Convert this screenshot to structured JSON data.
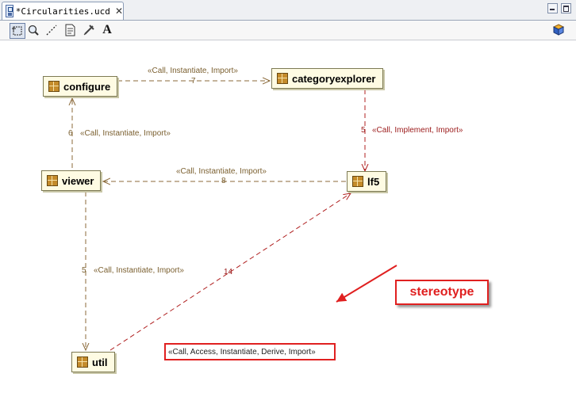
{
  "tab": {
    "title": "*Circularities.ucd",
    "close_glyph": "✕"
  },
  "toolbar": {
    "tools": [
      {
        "name": "select-tool",
        "icon": "marquee-select-icon"
      },
      {
        "name": "zoom-tool",
        "icon": "magnifier-icon"
      },
      {
        "name": "connector-tool",
        "icon": "dashed-line-icon"
      },
      {
        "name": "note-tool",
        "icon": "note-icon"
      },
      {
        "name": "pin-tool",
        "icon": "pin-icon"
      },
      {
        "name": "text-tool",
        "icon": "text-icon"
      }
    ],
    "text_tool_glyph": "A"
  },
  "diagram": {
    "nodes": {
      "configure": "configure",
      "categoryexplorer": "categoryexplorer",
      "viewer": "viewer",
      "lf5": "lf5",
      "util": "util"
    },
    "edges": {
      "configure_categoryexplorer": {
        "stereotype": "«Call, Instantiate, Import»",
        "count": "7"
      },
      "categoryexplorer_lf5": {
        "stereotype": "«Call, Implement, Import»",
        "count": "5"
      },
      "viewer_configure": {
        "stereotype": "«Call, Instantiate, Import»",
        "count": "6"
      },
      "lf5_viewer": {
        "stereotype": "«Call, Instantiate, Import»",
        "count": "8"
      },
      "viewer_util": {
        "stereotype": "«Call, Instantiate, Import»",
        "count": "5"
      },
      "util_lf5": {
        "stereotype": "«Call, Access, Instantiate, Derive, Import»",
        "count": "14"
      }
    },
    "colors": {
      "dependency_line": "#8b6a3a",
      "cycle_line": "#b02020",
      "callout": "#e02020"
    }
  },
  "callout": {
    "text": "stereotype"
  }
}
